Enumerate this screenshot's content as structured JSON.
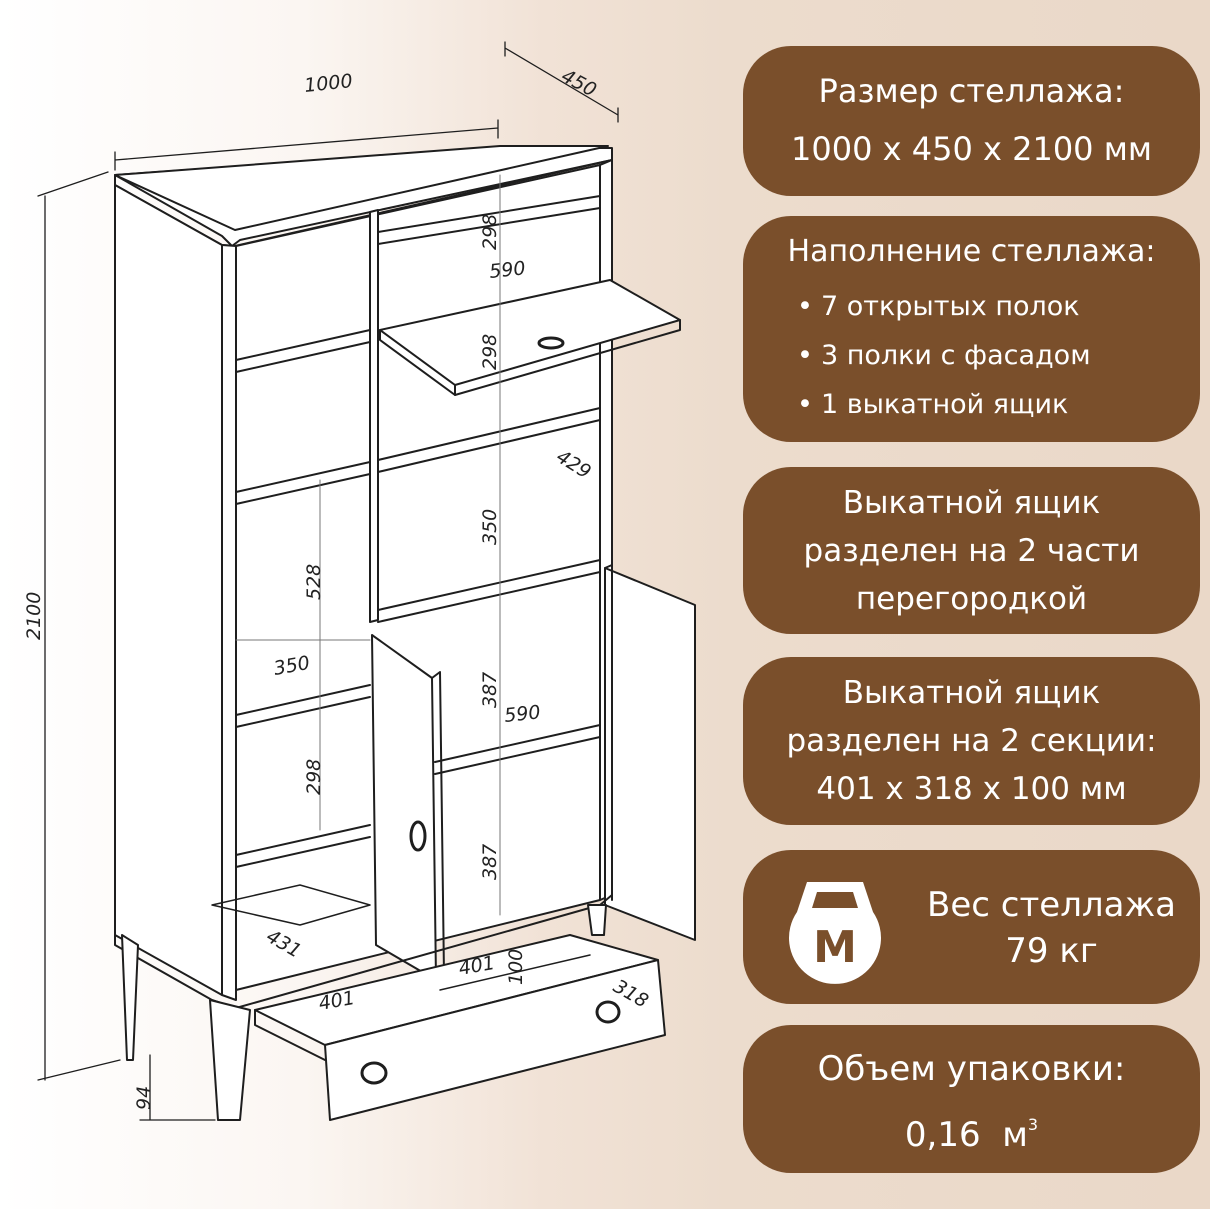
{
  "dimensions": {
    "width": "1000",
    "depth": "450",
    "height": "2100",
    "shelf_h_top_1": "298",
    "shelf_h_top_2": "298",
    "drawer_w_top": "590",
    "depth_inner": "429",
    "shelf_h_mid": "350",
    "shelf_h_left_tall": "528",
    "shelf_w_left": "350",
    "shelf_h_door_upper": "387",
    "shelf_w_door": "590",
    "shelf_h_left_low": "298",
    "shelf_h_door_lower": "387",
    "floor_depth": "431",
    "drawer_w_left": "401",
    "drawer_w_right": "401",
    "drawer_height": "100",
    "drawer_depth": "318",
    "leg_height": "94"
  },
  "panels": {
    "size": {
      "title": "Размер стеллажа:",
      "value": "1000 х 450 х 2100 мм"
    },
    "contents": {
      "title": "Наполнение стеллажа:",
      "items": [
        "7 открытых полок",
        "3 полки с фасадом",
        "1 выкатной ящик"
      ]
    },
    "divider": {
      "line1": "Выкатной ящик",
      "line2": "разделен на 2 части",
      "line3": "перегородкой"
    },
    "sections": {
      "line1": "Выкатной ящик",
      "line2": "разделен на 2 секции:",
      "line3": "401 х 318 х 100 мм"
    },
    "weight": {
      "icon": "kettlebell-icon",
      "icon_letter": "M",
      "line1": "Вес стеллажа",
      "line2": "79 кг"
    },
    "volume": {
      "title": "Объем упаковки:",
      "value": "0,16  м",
      "exponent": "3"
    }
  },
  "colors": {
    "panel_bg": "#7a4f2b",
    "panel_text": "#ffffff"
  }
}
